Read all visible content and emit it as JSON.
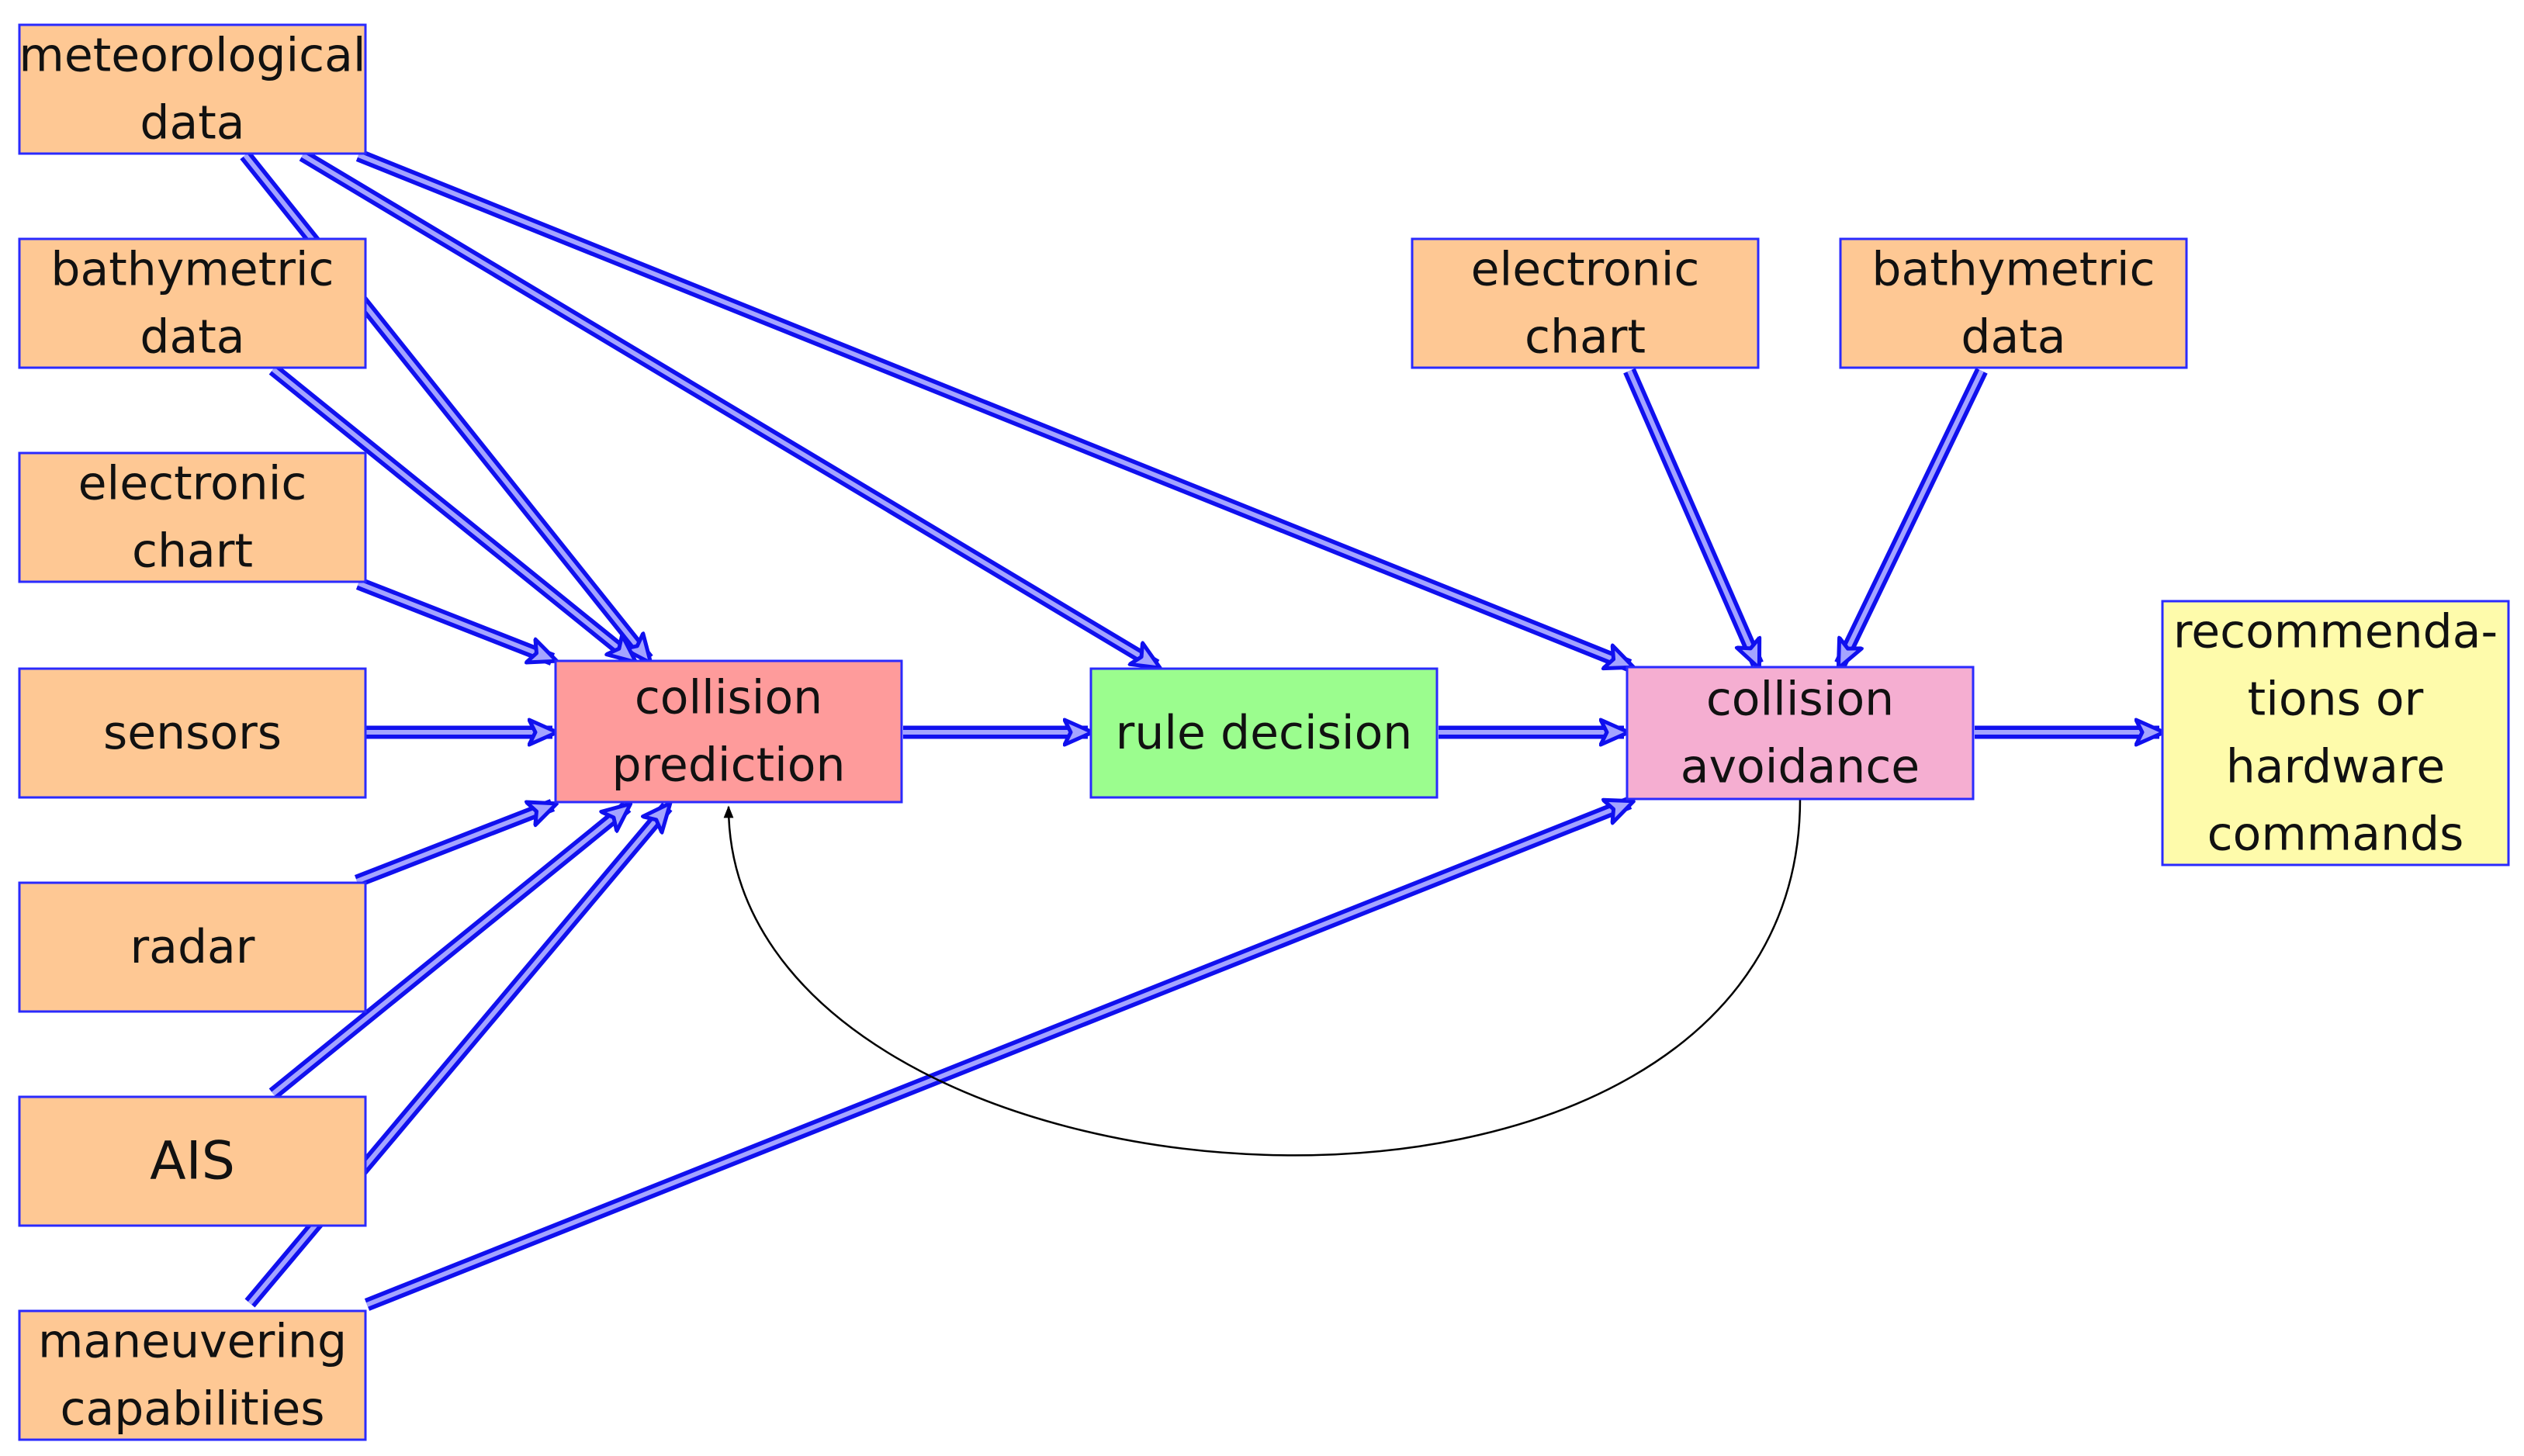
{
  "colors": {
    "input_fill": "#fec894",
    "prediction_fill": "#fe9b9b",
    "rule_fill": "#9bfd8e",
    "avoidance_fill": "#f5aed1",
    "output_fill": "#fefbab",
    "box_border": "#2a2aff",
    "arrow_outer": "#1010ee",
    "arrow_inner": "#a4a4ff",
    "feedback_line": "#000000"
  },
  "nodes": {
    "meteo1": {
      "lines": [
        "meteorological",
        "data"
      ],
      "color": "input_fill"
    },
    "bathy1": {
      "lines": [
        "bathymetric",
        "data"
      ],
      "color": "input_fill"
    },
    "echart1": {
      "lines": [
        "electronic",
        "chart"
      ],
      "color": "input_fill"
    },
    "sensors": {
      "lines": [
        "sensors"
      ],
      "color": "input_fill"
    },
    "radar": {
      "lines": [
        "radar"
      ],
      "color": "input_fill"
    },
    "ais": {
      "lines": [
        "AIS"
      ],
      "color": "input_fill"
    },
    "maneuver": {
      "lines": [
        "maneuvering",
        "capabilities"
      ],
      "color": "input_fill"
    },
    "prediction": {
      "lines": [
        "collision",
        "prediction"
      ],
      "color": "prediction_fill"
    },
    "rule": {
      "lines": [
        "rule decision"
      ],
      "color": "rule_fill"
    },
    "avoidance": {
      "lines": [
        "collision",
        "avoidance"
      ],
      "color": "avoidance_fill"
    },
    "echart2": {
      "lines": [
        "electronic",
        "chart"
      ],
      "color": "input_fill"
    },
    "bathy2": {
      "lines": [
        "bathymetric",
        "data"
      ],
      "color": "input_fill"
    },
    "output": {
      "lines": [
        "recommenda-",
        "tions or",
        "hardware",
        "commands"
      ],
      "color": "output_fill"
    }
  },
  "edges": [
    {
      "from": "meteo1",
      "to": "prediction",
      "style": "double"
    },
    {
      "from": "meteo1",
      "to": "rule",
      "style": "double"
    },
    {
      "from": "meteo1",
      "to": "avoidance",
      "style": "double"
    },
    {
      "from": "bathy1",
      "to": "prediction",
      "style": "double"
    },
    {
      "from": "echart1",
      "to": "prediction",
      "style": "double"
    },
    {
      "from": "sensors",
      "to": "prediction",
      "style": "double"
    },
    {
      "from": "radar",
      "to": "prediction",
      "style": "double"
    },
    {
      "from": "ais",
      "to": "prediction",
      "style": "double"
    },
    {
      "from": "maneuver",
      "to": "prediction",
      "style": "double"
    },
    {
      "from": "maneuver",
      "to": "avoidance",
      "style": "double"
    },
    {
      "from": "prediction",
      "to": "rule",
      "style": "double"
    },
    {
      "from": "rule",
      "to": "avoidance",
      "style": "double"
    },
    {
      "from": "echart2",
      "to": "avoidance",
      "style": "double"
    },
    {
      "from": "bathy2",
      "to": "avoidance",
      "style": "double"
    },
    {
      "from": "avoidance",
      "to": "output",
      "style": "double"
    },
    {
      "from": "avoidance",
      "to": "prediction",
      "style": "feedback-curve"
    }
  ]
}
